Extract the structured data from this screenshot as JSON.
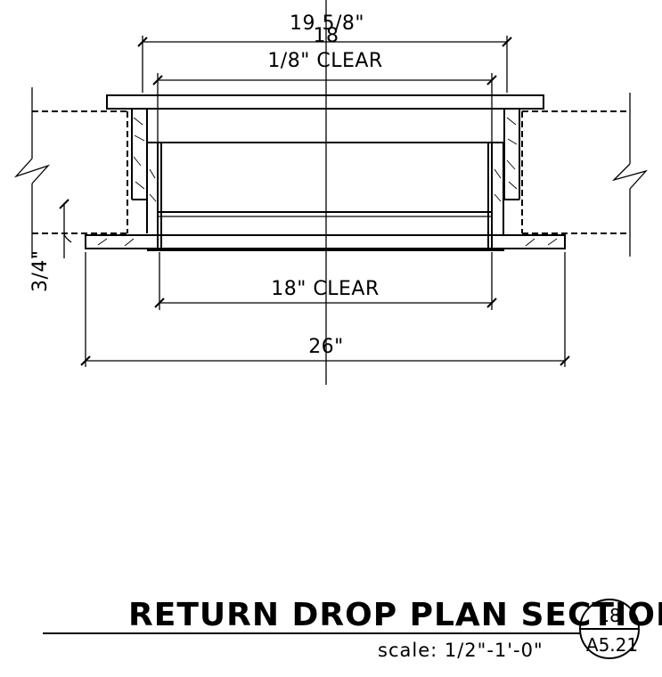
{
  "title": "RETURN DROP PLAN SECTION",
  "scale": "scale: 1/2\"-1'-0\"",
  "section_tag": {
    "number": "18",
    "sheet": "A5.21"
  },
  "dimensions": {
    "top_overall": "19 5/8\"",
    "centerline_number": "18",
    "top_clear": "1/8\" CLEAR",
    "bottom_clear": "18\" CLEAR",
    "bottom_overall": "26\"",
    "side_offset": "3/4\""
  }
}
